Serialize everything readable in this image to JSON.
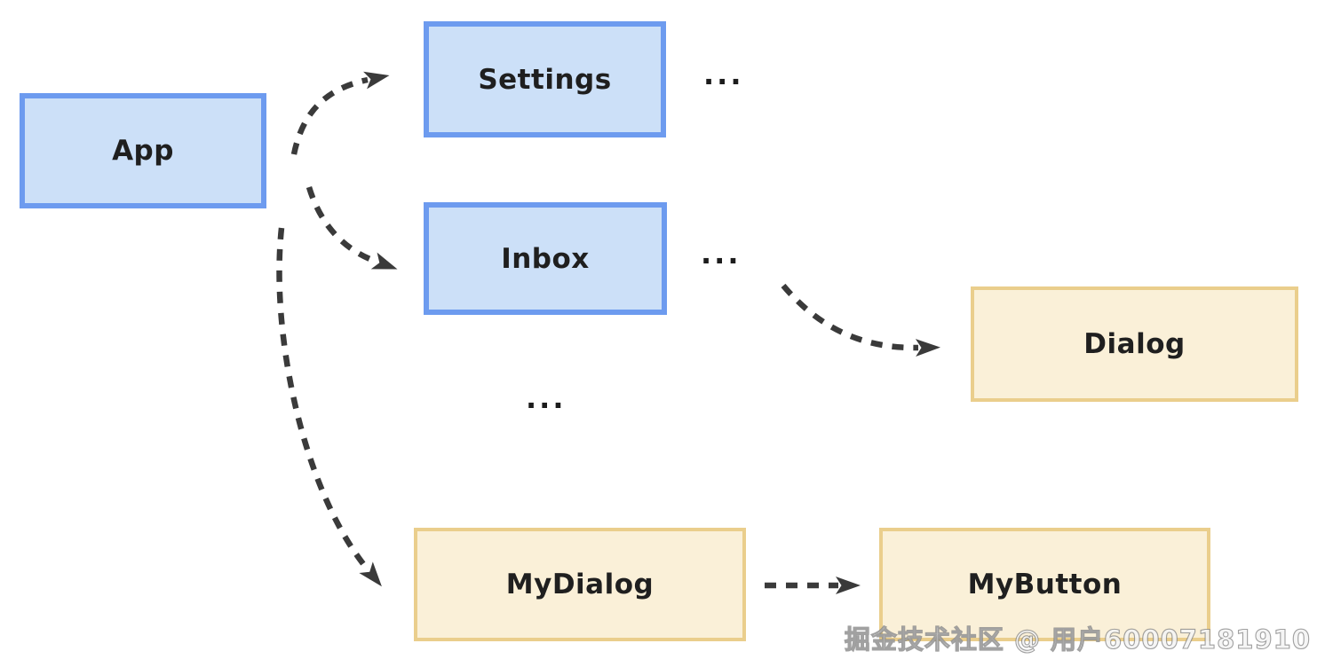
{
  "colors": {
    "canvas-bg": "#ffffff",
    "blue-fill": "#cce0f8",
    "blue-border": "#6d9bef",
    "yellow-fill": "#faf0d8",
    "yellow-border": "#eace8c",
    "arrow": "#3a3a3a",
    "label": "#1f1f1f"
  },
  "diagram": {
    "nodes": [
      {
        "id": "app",
        "label": "App",
        "style": "blue"
      },
      {
        "id": "settings",
        "label": "Settings",
        "style": "blue"
      },
      {
        "id": "inbox",
        "label": "Inbox",
        "style": "blue"
      },
      {
        "id": "dialog",
        "label": "Dialog",
        "style": "yellow"
      },
      {
        "id": "mydialog",
        "label": "MyDialog",
        "style": "yellow"
      },
      {
        "id": "mybutton",
        "label": "MyButton",
        "style": "yellow"
      }
    ],
    "ellipses": [
      {
        "id": "after-settings",
        "text": "..."
      },
      {
        "id": "after-inbox",
        "text": "..."
      },
      {
        "id": "middle",
        "text": "..."
      }
    ],
    "edges": [
      {
        "from": "App",
        "to": "Settings",
        "style": "dashed-curve"
      },
      {
        "from": "App",
        "to": "Inbox",
        "style": "dashed-curve"
      },
      {
        "from": "App",
        "to": "MyDialog",
        "style": "dashed-curve"
      },
      {
        "from": "Inbox",
        "to": "Dialog",
        "style": "dashed-curve"
      },
      {
        "from": "MyDialog",
        "to": "MyButton",
        "style": "dashed-straight"
      }
    ]
  },
  "watermark": {
    "text": "掘金技术社区 @ 用户60007181910"
  }
}
